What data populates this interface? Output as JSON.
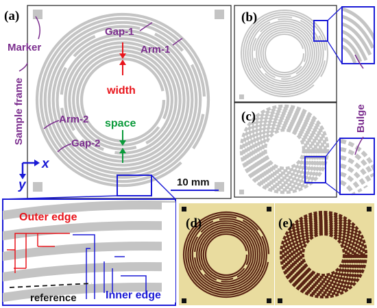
{
  "colors": {
    "coil_gray": "#c4c4c4",
    "purple": "#7b2d8e",
    "red": "#e8141b",
    "green": "#0a9a3a",
    "blue": "#1a1ad6",
    "board": "#e9dc9f",
    "copper": "#5a2414"
  },
  "panel_a": {
    "label": "(a)",
    "marker": "Marker",
    "gap1": "Gap-1",
    "arm1": "Arm-1",
    "width": "width",
    "space": "space",
    "arm2": "Arm-2",
    "gap2": "Gap-2",
    "sample_frame": "Sample frame",
    "axis_x": "x",
    "axis_y": "y",
    "scale": "10 mm"
  },
  "panel_b": {
    "label": "(b)"
  },
  "panel_c": {
    "label": "(c)"
  },
  "bulge": "Bulge",
  "inset": {
    "outer_edge": "Outer edge",
    "inner_edge": "Inner edge",
    "reference": "reference"
  },
  "panel_d": {
    "label": "(d)"
  },
  "panel_e": {
    "label": "(e)"
  }
}
